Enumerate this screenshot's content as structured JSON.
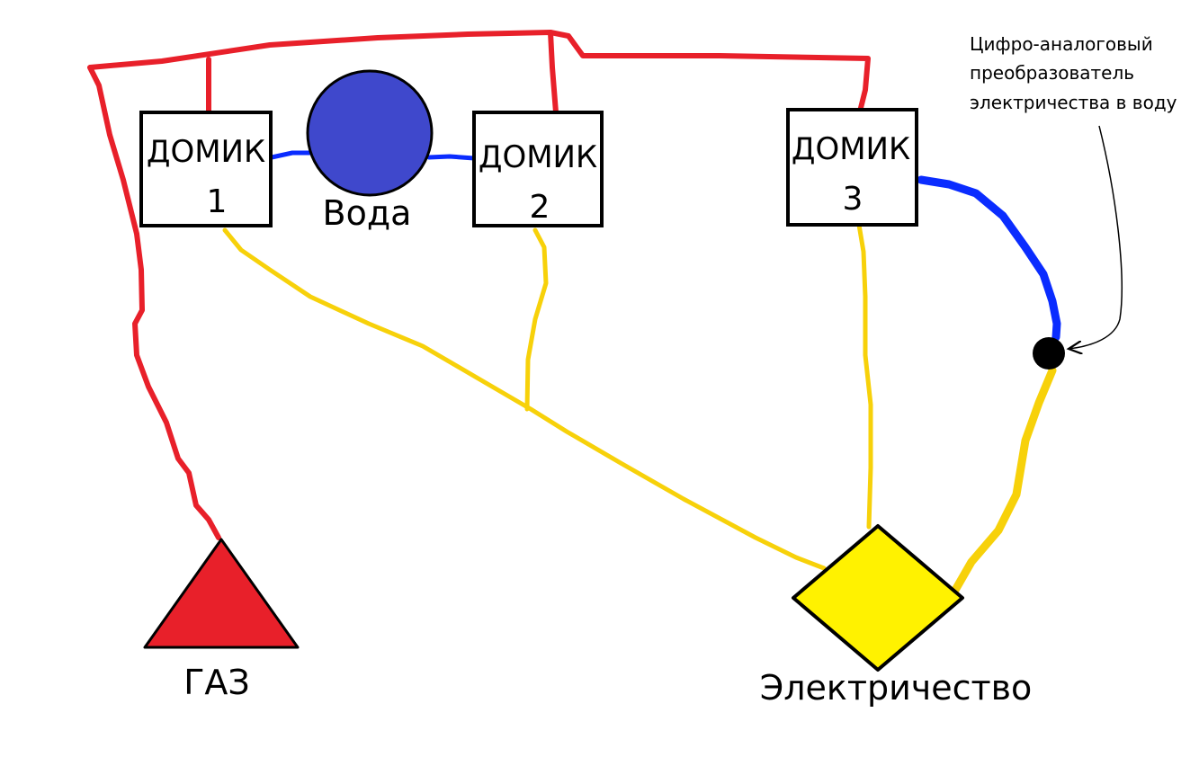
{
  "houses": [
    {
      "title": "ДОМИК",
      "number": "1"
    },
    {
      "title": "ДОМИК",
      "number": "2"
    },
    {
      "title": "ДОМИК",
      "number": "3"
    }
  ],
  "water": {
    "label": "Вода"
  },
  "gas": {
    "label": "ГАЗ"
  },
  "electricity": {
    "label": "Электричество"
  },
  "converter_note": {
    "lines": [
      "Цифро-аналоговый",
      "преобразователь",
      "электричества в воду"
    ]
  },
  "colors": {
    "gas": "#e8202a",
    "water": "#3f48cc",
    "water_pipe": "#0a2cff",
    "electricity": "#f7d10a",
    "electricity_source": "#fff200",
    "converter": "#000000"
  }
}
